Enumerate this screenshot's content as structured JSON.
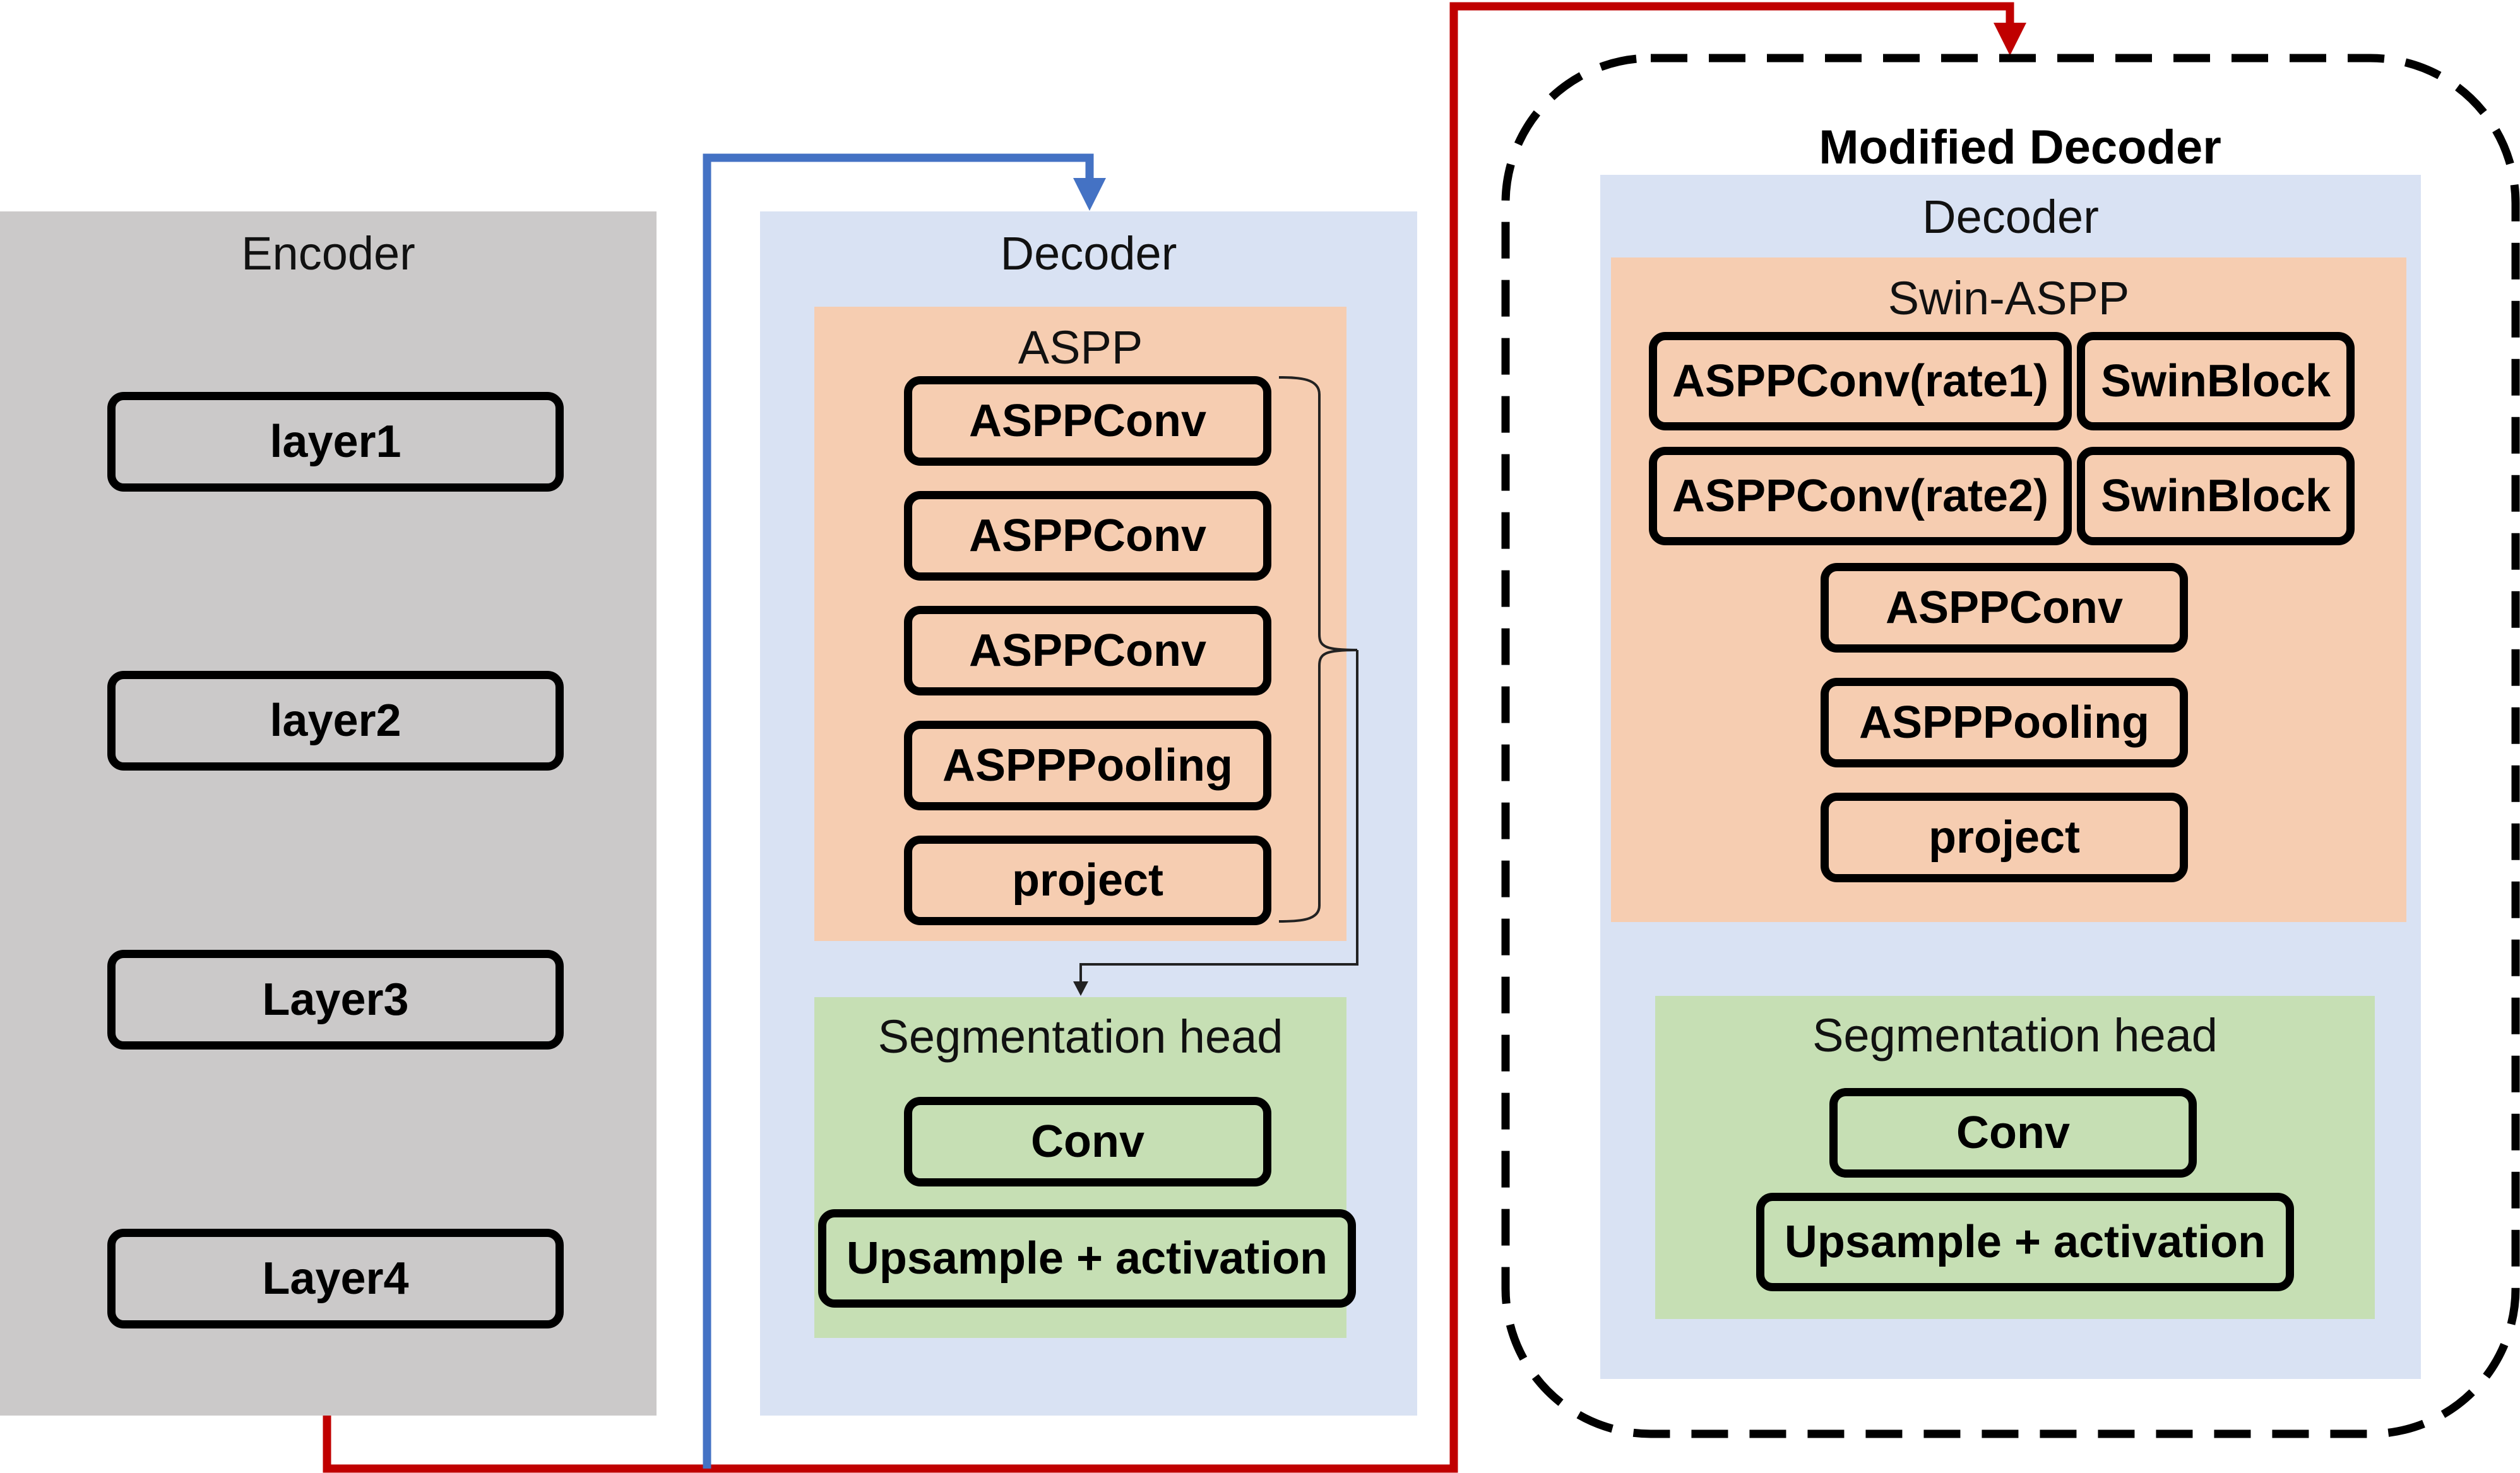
{
  "encoder": {
    "title": "Encoder",
    "layers": [
      "layer1",
      "layer2",
      "Layer3",
      "Layer4"
    ]
  },
  "decoder": {
    "title": "Decoder",
    "aspp": {
      "title": "ASPP",
      "blocks": [
        "ASPPConv",
        "ASPPConv",
        "ASPPConv",
        "ASPPPooling",
        "project"
      ]
    },
    "seg_head": {
      "title": "Segmentation head",
      "blocks": [
        "Conv",
        "Upsample + activation"
      ]
    }
  },
  "modified_decoder": {
    "title": "Modified Decoder",
    "decoder_title": "Decoder",
    "swin_aspp": {
      "title": "Swin-ASPP",
      "rows": [
        [
          "ASPPConv(rate1)",
          "SwinBlock"
        ],
        [
          "ASPPConv(rate2)",
          "SwinBlock"
        ]
      ],
      "blocks": [
        "ASPPConv",
        "ASPPPooling",
        "project"
      ]
    },
    "seg_head": {
      "title": "Segmentation head",
      "blocks": [
        "Conv",
        "Upsample + activation"
      ]
    }
  },
  "colors": {
    "encoder_bg": "#cbc9c9",
    "decoder_bg": "#d9e2f3",
    "aspp_bg": "#f6cdb1",
    "seg_bg": "#c6dfb4",
    "blue_arrow": "#4472c4",
    "red_arrow": "#c00000"
  }
}
